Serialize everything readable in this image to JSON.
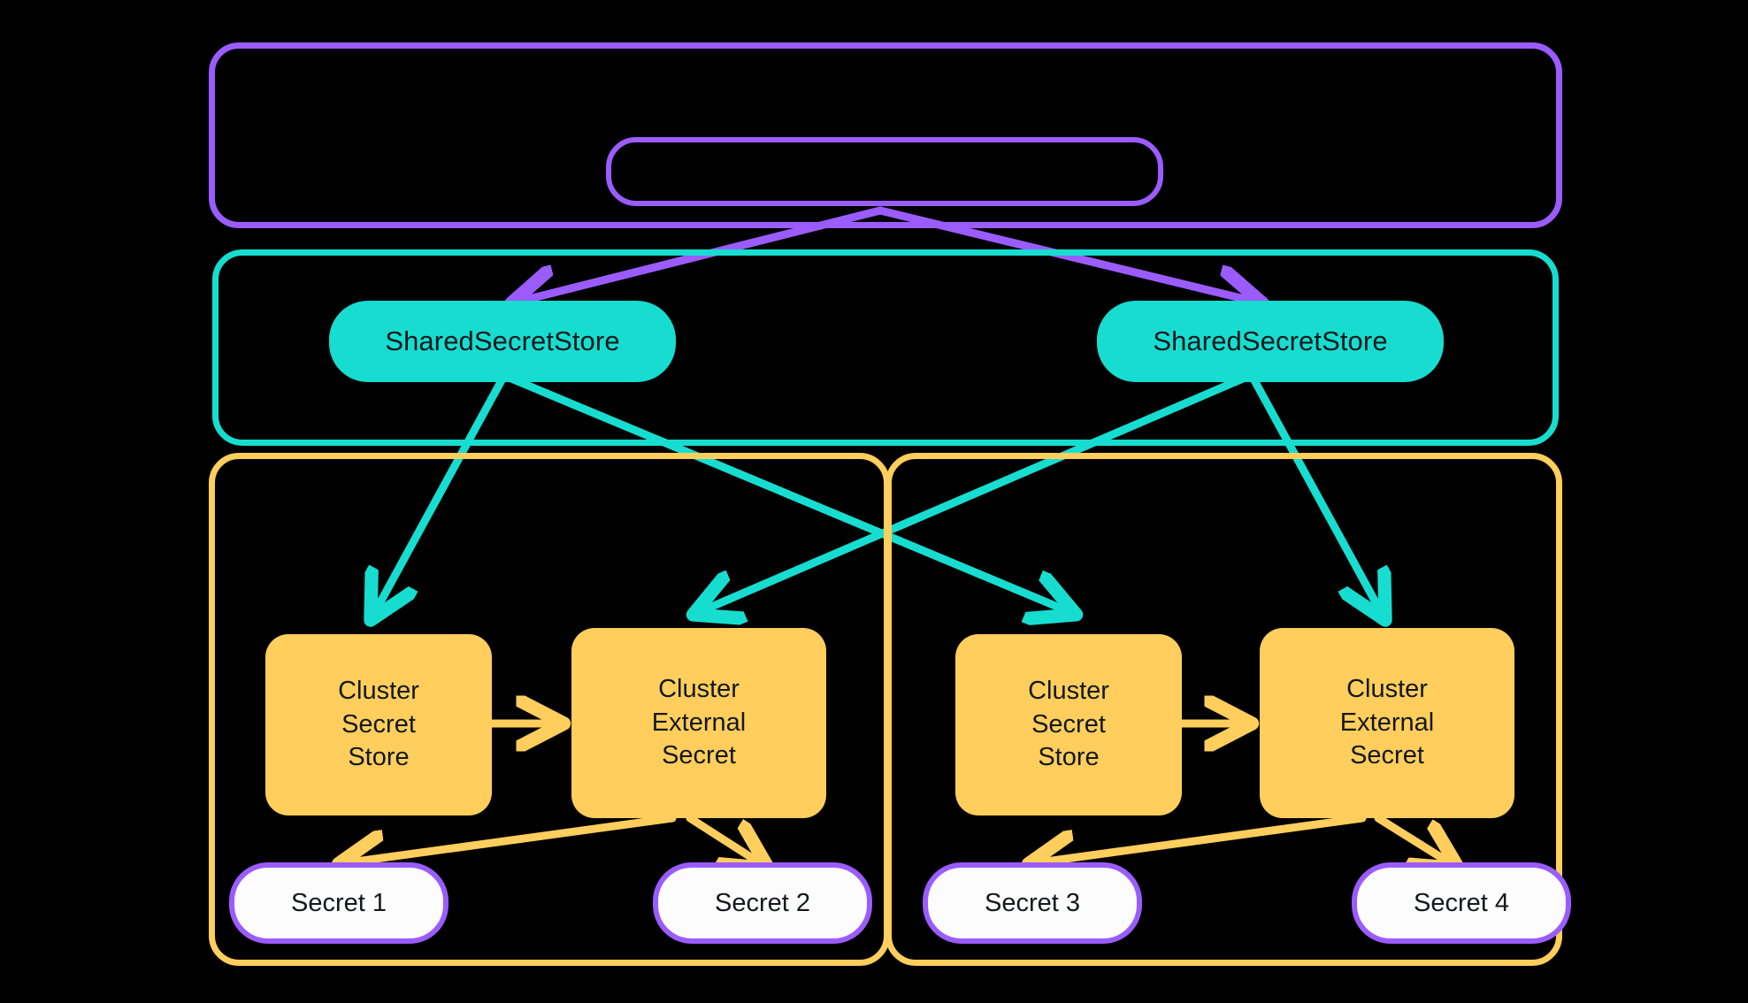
{
  "diagram": {
    "type": "architecture-diagram",
    "background": "#000000",
    "palette": {
      "purple": "#9B5CFF",
      "teal": "#17DDD0",
      "yellow": "#FFCE5C",
      "secret_fill": "#FCFCFD",
      "text": "#15181C"
    },
    "containers": [
      {
        "id": "purple-scope",
        "label": "",
        "color": "#9B5CFF"
      },
      {
        "id": "teal-scope",
        "label": "",
        "color": "#17DDD0"
      },
      {
        "id": "yellow-cluster-left",
        "label": "",
        "color": "#FFCE5C"
      },
      {
        "id": "yellow-cluster-right",
        "label": "",
        "color": "#FFCE5C"
      }
    ],
    "nodes": {
      "root": {
        "label": "",
        "shape": "rounded-rect-outline",
        "color": "#9B5CFF"
      },
      "shared_store_left": {
        "label": "SharedSecretStore",
        "color": "#17DDD0"
      },
      "shared_store_right": {
        "label": "SharedSecretStore",
        "color": "#17DDD0"
      },
      "cluster_secret_store_left": {
        "label": "Cluster\nSecret\nStore",
        "color": "#FFCE5C"
      },
      "cluster_external_secret_left": {
        "label": "Cluster\nExternal\nSecret",
        "color": "#FFCE5C"
      },
      "cluster_secret_store_right": {
        "label": "Cluster\nSecret\nStore",
        "color": "#FFCE5C"
      },
      "cluster_external_secret_right": {
        "label": "Cluster\nExternal\nSecret",
        "color": "#FFCE5C"
      },
      "secret_1": {
        "label": "Secret 1",
        "color": "#FCFCFD"
      },
      "secret_2": {
        "label": "Secret 2",
        "color": "#FCFCFD"
      },
      "secret_3": {
        "label": "Secret 3",
        "color": "#FCFCFD"
      },
      "secret_4": {
        "label": "Secret 4",
        "color": "#FCFCFD"
      }
    },
    "edges": [
      {
        "from": "root",
        "to": "shared_store_left",
        "color": "#9B5CFF"
      },
      {
        "from": "root",
        "to": "shared_store_right",
        "color": "#9B5CFF"
      },
      {
        "from": "shared_store_left",
        "to": "cluster_secret_store_left",
        "color": "#17DDD0"
      },
      {
        "from": "shared_store_left",
        "to": "cluster_secret_store_right",
        "color": "#17DDD0"
      },
      {
        "from": "shared_store_right",
        "to": "cluster_external_secret_left",
        "color": "#17DDD0"
      },
      {
        "from": "shared_store_right",
        "to": "cluster_external_secret_right",
        "color": "#17DDD0"
      },
      {
        "from": "cluster_secret_store_left",
        "to": "cluster_external_secret_left",
        "color": "#FFCE5C"
      },
      {
        "from": "cluster_secret_store_right",
        "to": "cluster_external_secret_right",
        "color": "#FFCE5C"
      },
      {
        "from": "cluster_external_secret_left",
        "to": "secret_1",
        "color": "#FFCE5C"
      },
      {
        "from": "cluster_external_secret_left",
        "to": "secret_2",
        "color": "#FFCE5C"
      },
      {
        "from": "cluster_external_secret_right",
        "to": "secret_3",
        "color": "#FFCE5C"
      },
      {
        "from": "cluster_external_secret_right",
        "to": "secret_4",
        "color": "#FFCE5C"
      }
    ]
  }
}
